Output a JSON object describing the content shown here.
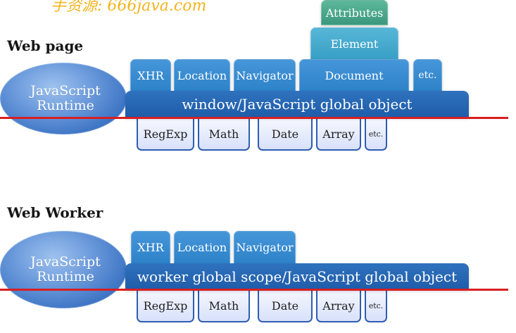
{
  "watermark": {
    "text": "手资源: 666java.com"
  },
  "web_page": {
    "heading": "Web page",
    "runtime": {
      "line1": "JavaScript",
      "line2": "Runtime"
    },
    "tower": {
      "attributes": "Attributes",
      "element": "Element"
    },
    "top_boxes": [
      "XHR",
      "Location",
      "Navigator",
      "Document",
      "etc."
    ],
    "global_bar": "window/JavaScript global object",
    "bottom_boxes": [
      "RegExp",
      "Math",
      "Date",
      "Array",
      "etc."
    ]
  },
  "web_worker": {
    "heading": "Web Worker",
    "runtime": {
      "line1": "JavaScript",
      "line2": "Runtime"
    },
    "top_boxes": [
      "XHR",
      "Location",
      "Navigator"
    ],
    "global_bar": "worker global scope/JavaScript global object",
    "bottom_boxes": [
      "RegExp",
      "Math",
      "Date",
      "Array",
      "etc."
    ]
  }
}
